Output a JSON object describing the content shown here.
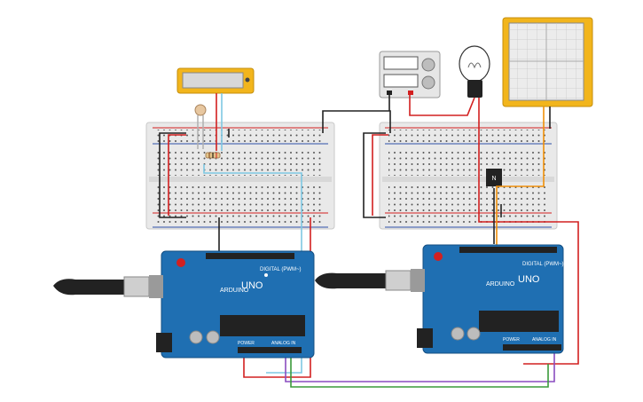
{
  "arduino_left": {
    "model": "UNO",
    "brand": "ARDUINO",
    "digital_label": "DIGITAL (PWM~)",
    "analog_label": "ANALOG IN",
    "power_label": "POWER"
  },
  "arduino_right": {
    "model": "UNO",
    "brand": "ARDUINO",
    "digital_label": "DIGITAL (PWM~)",
    "analog_label": "ANALOG IN",
    "power_label": "POWER"
  },
  "transistor": {
    "label": "N"
  },
  "colors": {
    "wire_red": "#d22020",
    "wire_black": "#222222",
    "wire_blue": "#7ec8e3",
    "wire_green": "#3a9a3a",
    "wire_purple": "#8a4cc0",
    "wire_orange": "#f0900a",
    "board_blue": "#1f6fb2",
    "breadboard": "#e9e9e9",
    "module_yellow": "#f2b51c"
  }
}
